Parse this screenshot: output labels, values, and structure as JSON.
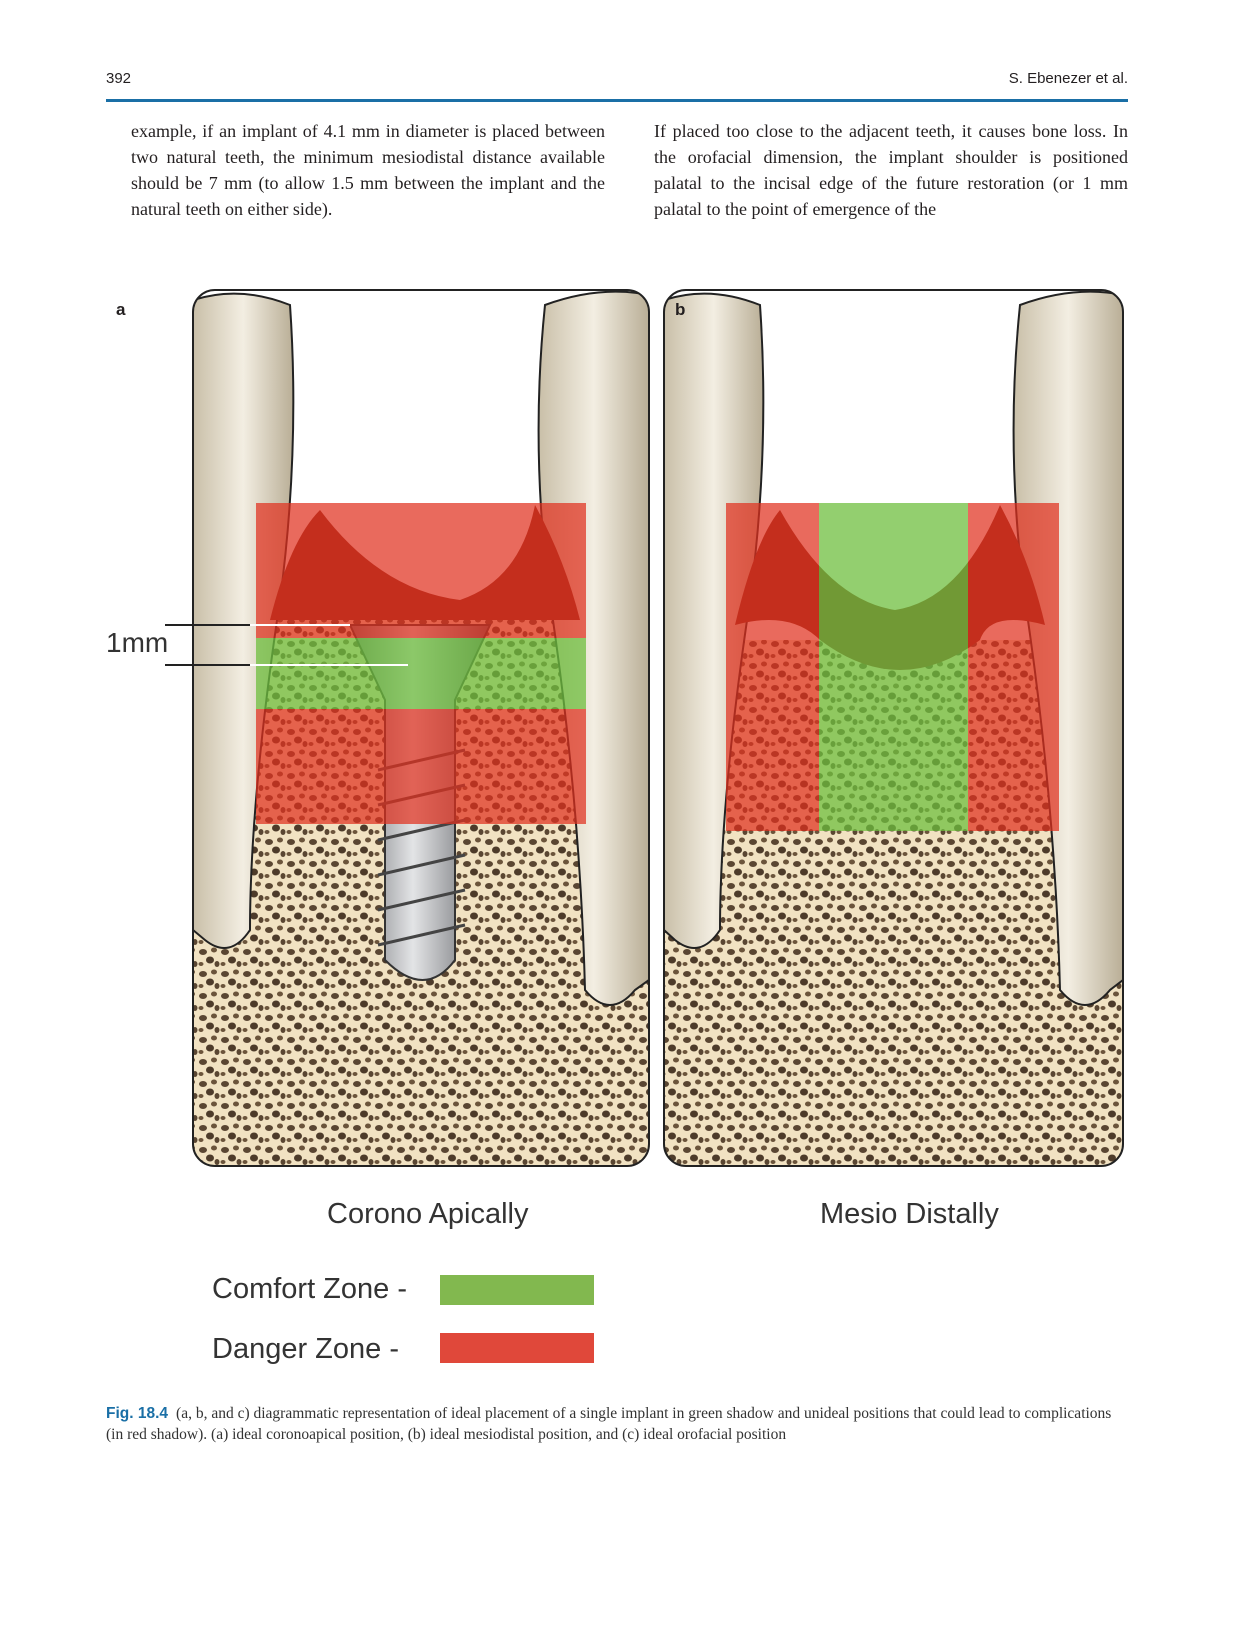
{
  "header": {
    "page_number": "392",
    "authors": "S. Ebenezer et al."
  },
  "body": {
    "left_column": "example, if an implant of 4.1 mm in diameter is placed between two natural teeth, the minimum mesiodistal distance available should be 7 mm (to allow 1.5 mm between the implant and the natural teeth on either side).",
    "right_column": "If placed too close to the adjacent teeth, it causes bone loss. In the orofacial dimension, the implant shoulder is positioned palatal to the incisal edge of the future restoration (or 1 mm palatal to the point of emergence of the"
  },
  "figure": {
    "panel_a_label": "a",
    "panel_b_label": "b",
    "measure_label": "1mm",
    "panel_a_title": "Corono Apically",
    "panel_b_title": "Mesio Distally",
    "legend": [
      {
        "label": "Comfort Zone -",
        "color": "#82b84f"
      },
      {
        "label": "Danger Zone -",
        "color": "#e0483a"
      }
    ]
  },
  "caption": {
    "figure_number": "Fig. 18.4",
    "text": "(a, b, and c) diagrammatic representation of ideal placement of a single implant in green shadow and unideal positions that could lead to complications (in red shadow). (a) ideal coronoapical position, (b) ideal mesiodistal position, and (c) ideal orofacial position"
  }
}
